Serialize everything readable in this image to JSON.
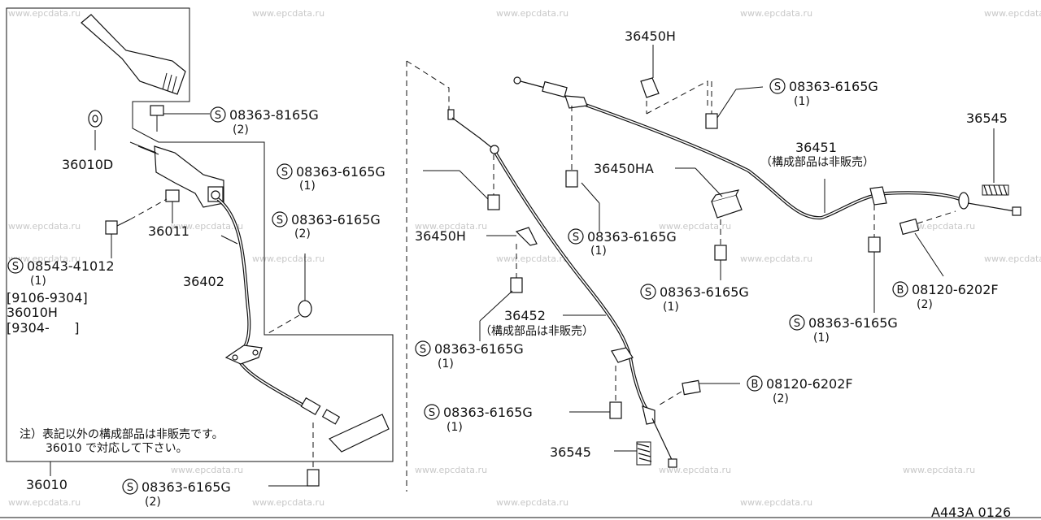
{
  "watermark": "www.epcdata.ru",
  "drawing_code": "A443A 0126",
  "note": {
    "line1": "注）表記以外の構成部品は非販売です。",
    "line2": "36010 で対応して下さい。"
  },
  "labels": {
    "p36010": "36010",
    "p36010d": "36010D",
    "p36011": "36011",
    "p36402": "36402",
    "p36450h_top": "36450H",
    "p36450h_mid": "36450H",
    "p36450ha": "36450HA",
    "p36451": "36451",
    "p36451_note": "（構成部品は非販売）",
    "p36452": "36452",
    "p36452_note": "（構成部品は非販売）",
    "p36545_top": "36545",
    "p36545_bottom": "36545",
    "range1": "[9106-9304]",
    "p36010h": "36010H",
    "range2": "[9304-      ]"
  },
  "fasteners": [
    {
      "id": "f1",
      "prefix": "S",
      "code": "08363-8165G",
      "qty": "(2)"
    },
    {
      "id": "f2",
      "prefix": "S",
      "code": "08363-6165G",
      "qty": "(1)"
    },
    {
      "id": "f3",
      "prefix": "S",
      "code": "08363-6165G",
      "qty": "(2)"
    },
    {
      "id": "f4",
      "prefix": "S",
      "code": "08543-41012",
      "qty": "(1)"
    },
    {
      "id": "f5",
      "prefix": "S",
      "code": "08363-6165G",
      "qty": "(1)"
    },
    {
      "id": "f6",
      "prefix": "S",
      "code": "08363-6165G",
      "qty": "(1)"
    },
    {
      "id": "f7",
      "prefix": "S",
      "code": "08363-6165G",
      "qty": "(1)"
    },
    {
      "id": "f8",
      "prefix": "S",
      "code": "08363-6165G",
      "qty": "(1)"
    },
    {
      "id": "f9",
      "prefix": "S",
      "code": "08363-6165G",
      "qty": "(1)"
    },
    {
      "id": "f10",
      "prefix": "S",
      "code": "08363-6165G",
      "qty": "(1)"
    },
    {
      "id": "f11",
      "prefix": "B",
      "code": "08120-6202F",
      "qty": "(2)"
    },
    {
      "id": "f12",
      "prefix": "B",
      "code": "08120-6202F",
      "qty": "(2)"
    },
    {
      "id": "f13",
      "prefix": "S",
      "code": "08363-6165G",
      "qty": "(2)"
    }
  ]
}
